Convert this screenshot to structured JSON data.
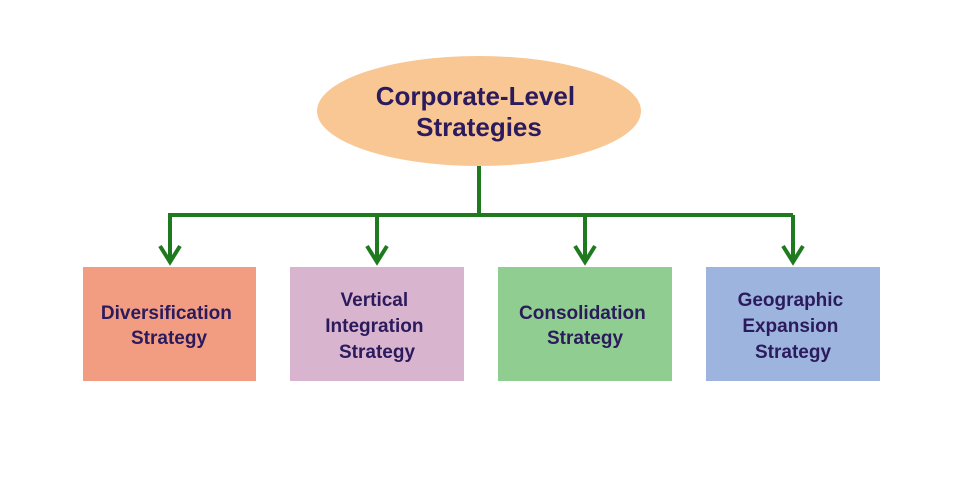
{
  "root": {
    "lines": [
      "Corporate-Level",
      "Strategies"
    ],
    "color": "#f9c794"
  },
  "connector_color": "#1f7a1f",
  "text_color": "#2b1a5c",
  "children": [
    {
      "lines": [
        "Diversification",
        "Strategy"
      ],
      "color": "#f29d82"
    },
    {
      "lines": [
        "Vertical",
        "Integration",
        "Strategy"
      ],
      "color": "#d8b4ce"
    },
    {
      "lines": [
        "Consolidation",
        "Strategy"
      ],
      "color": "#90cd90"
    },
    {
      "lines": [
        "Geographic",
        "Expansion",
        "Strategy"
      ],
      "color": "#9db4de"
    }
  ]
}
